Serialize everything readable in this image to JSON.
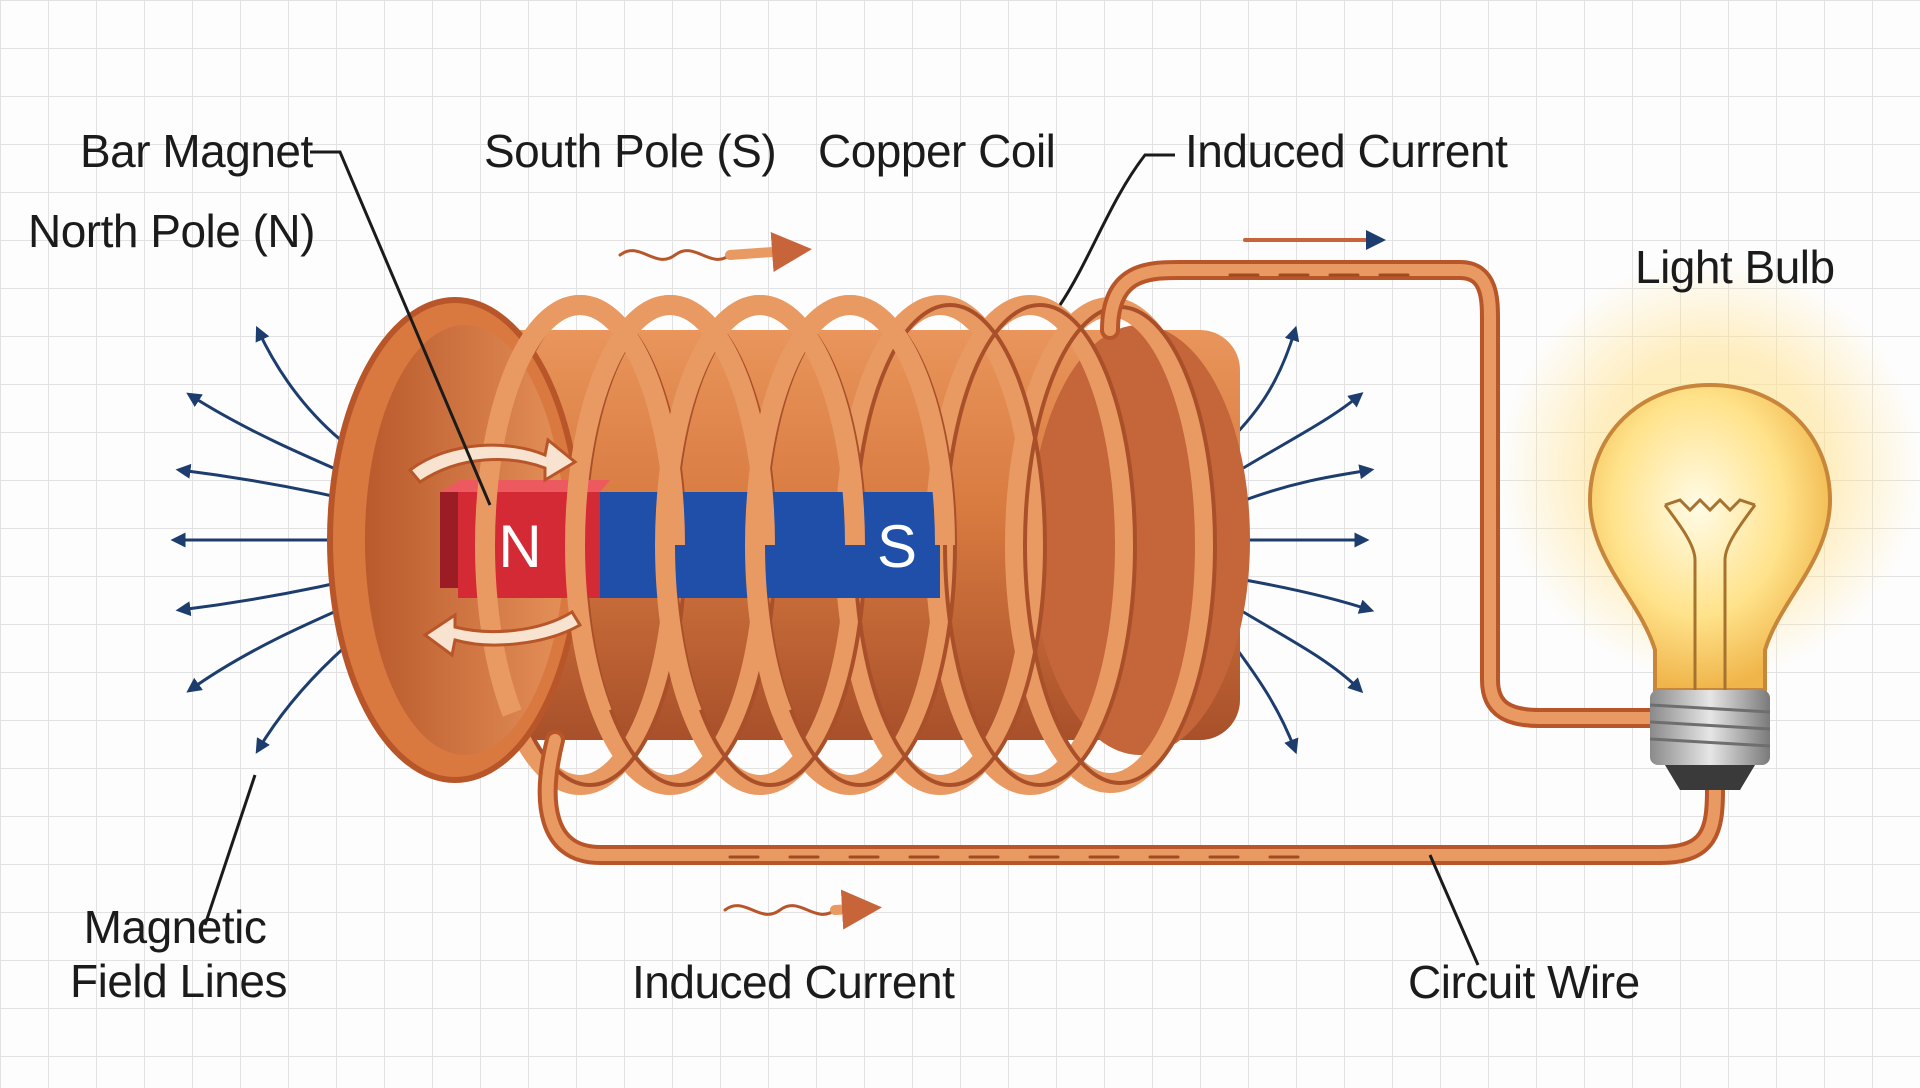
{
  "labels": {
    "bar_magnet": "Bar Magnet",
    "north_pole": "North Pole (N)",
    "south_pole": "South Pole (S)",
    "copper_coil": "Copper Coil",
    "induced_current_top": "Induced Current",
    "light_bulb": "Light Bulb",
    "magnetic_field_lines_1": "Magnetic",
    "magnetic_field_lines_2": "Field Lines",
    "induced_current_bottom": "Induced Current",
    "circuit_wire": "Circuit Wire"
  },
  "magnet": {
    "north_letter": "N",
    "south_letter": "S",
    "north_color": "#d42a35",
    "south_color": "#1f4fa8"
  },
  "colors": {
    "copper": "#d9783f",
    "copper_dark": "#b8562a",
    "field_line": "#1d3d6e",
    "bulb_glow": "#ffd966"
  }
}
